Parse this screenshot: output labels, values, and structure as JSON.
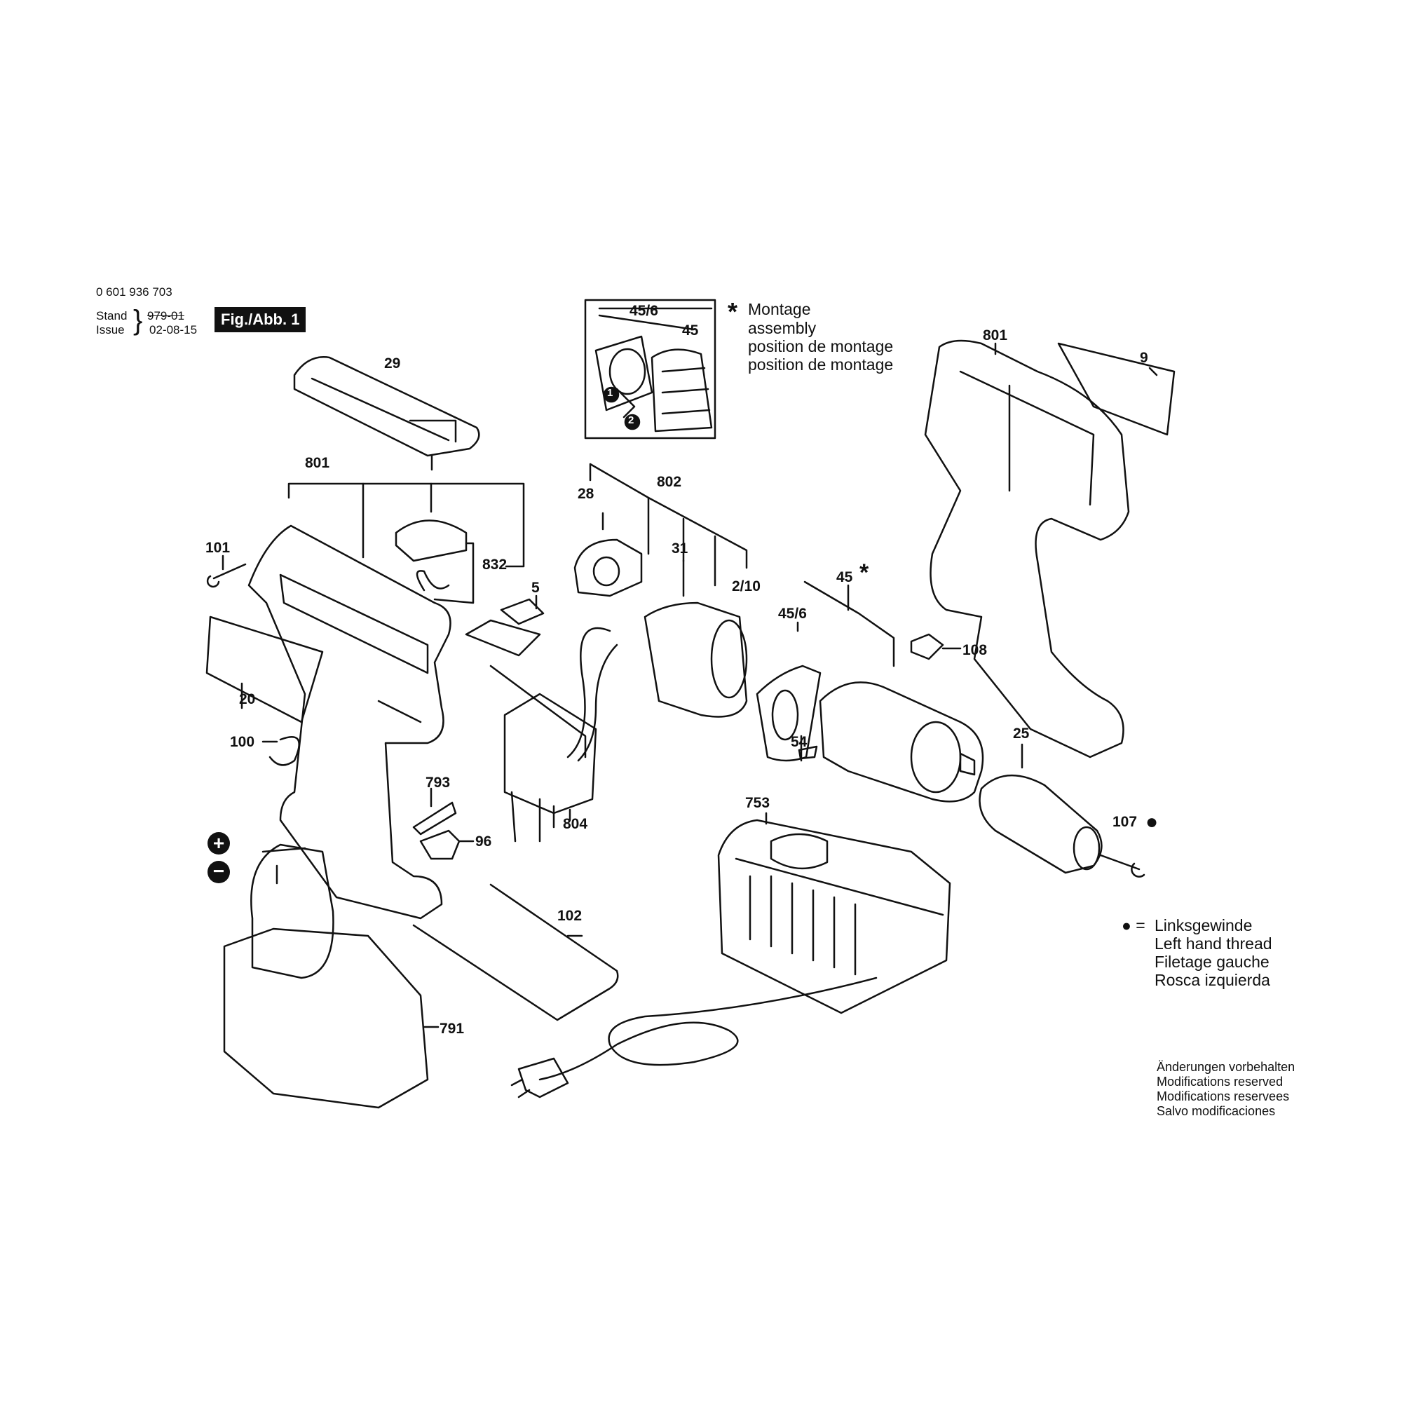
{
  "header": {
    "part_number": "0 601 936 703",
    "stand_label": "Stand",
    "stand_value": "979-01",
    "issue_label": "Issue",
    "issue_value": "02-08-15",
    "figure_label": "Fig./Abb. 1"
  },
  "inset": {
    "star_symbol": "*",
    "lines": [
      "Montage",
      "assembly",
      "position de montage",
      "position de montage"
    ],
    "callouts": [
      "45/6",
      "45"
    ],
    "steps": [
      "1",
      "2"
    ]
  },
  "callouts": {
    "c29": "29",
    "c801_left": "801",
    "c101": "101",
    "c832": "832",
    "c5": "5",
    "c20": "20",
    "c100": "100",
    "c793": "793",
    "c96": "96",
    "c102": "102",
    "c791": "791",
    "c28": "28",
    "c802": "802",
    "c31": "31",
    "c2_10": "2/10",
    "c804": "804",
    "c45_6": "45/6",
    "c45": "45",
    "c45_star": "*",
    "c54": "54",
    "c801_right": "801",
    "c9": "9",
    "c108": "108",
    "c25": "25",
    "c107": "107",
    "c753": "753"
  },
  "battery_terminals": {
    "plus": "+",
    "minus": "−"
  },
  "legend": {
    "symbol": "● =",
    "lines": [
      "Linksgewinde",
      "Left hand thread",
      "Filetage gauche",
      "Rosca izquierda"
    ]
  },
  "notice": {
    "lines": [
      "Änderungen vorbehalten",
      "Modifications reserved",
      "Modifications reservees",
      "Salvo modificaciones"
    ]
  }
}
